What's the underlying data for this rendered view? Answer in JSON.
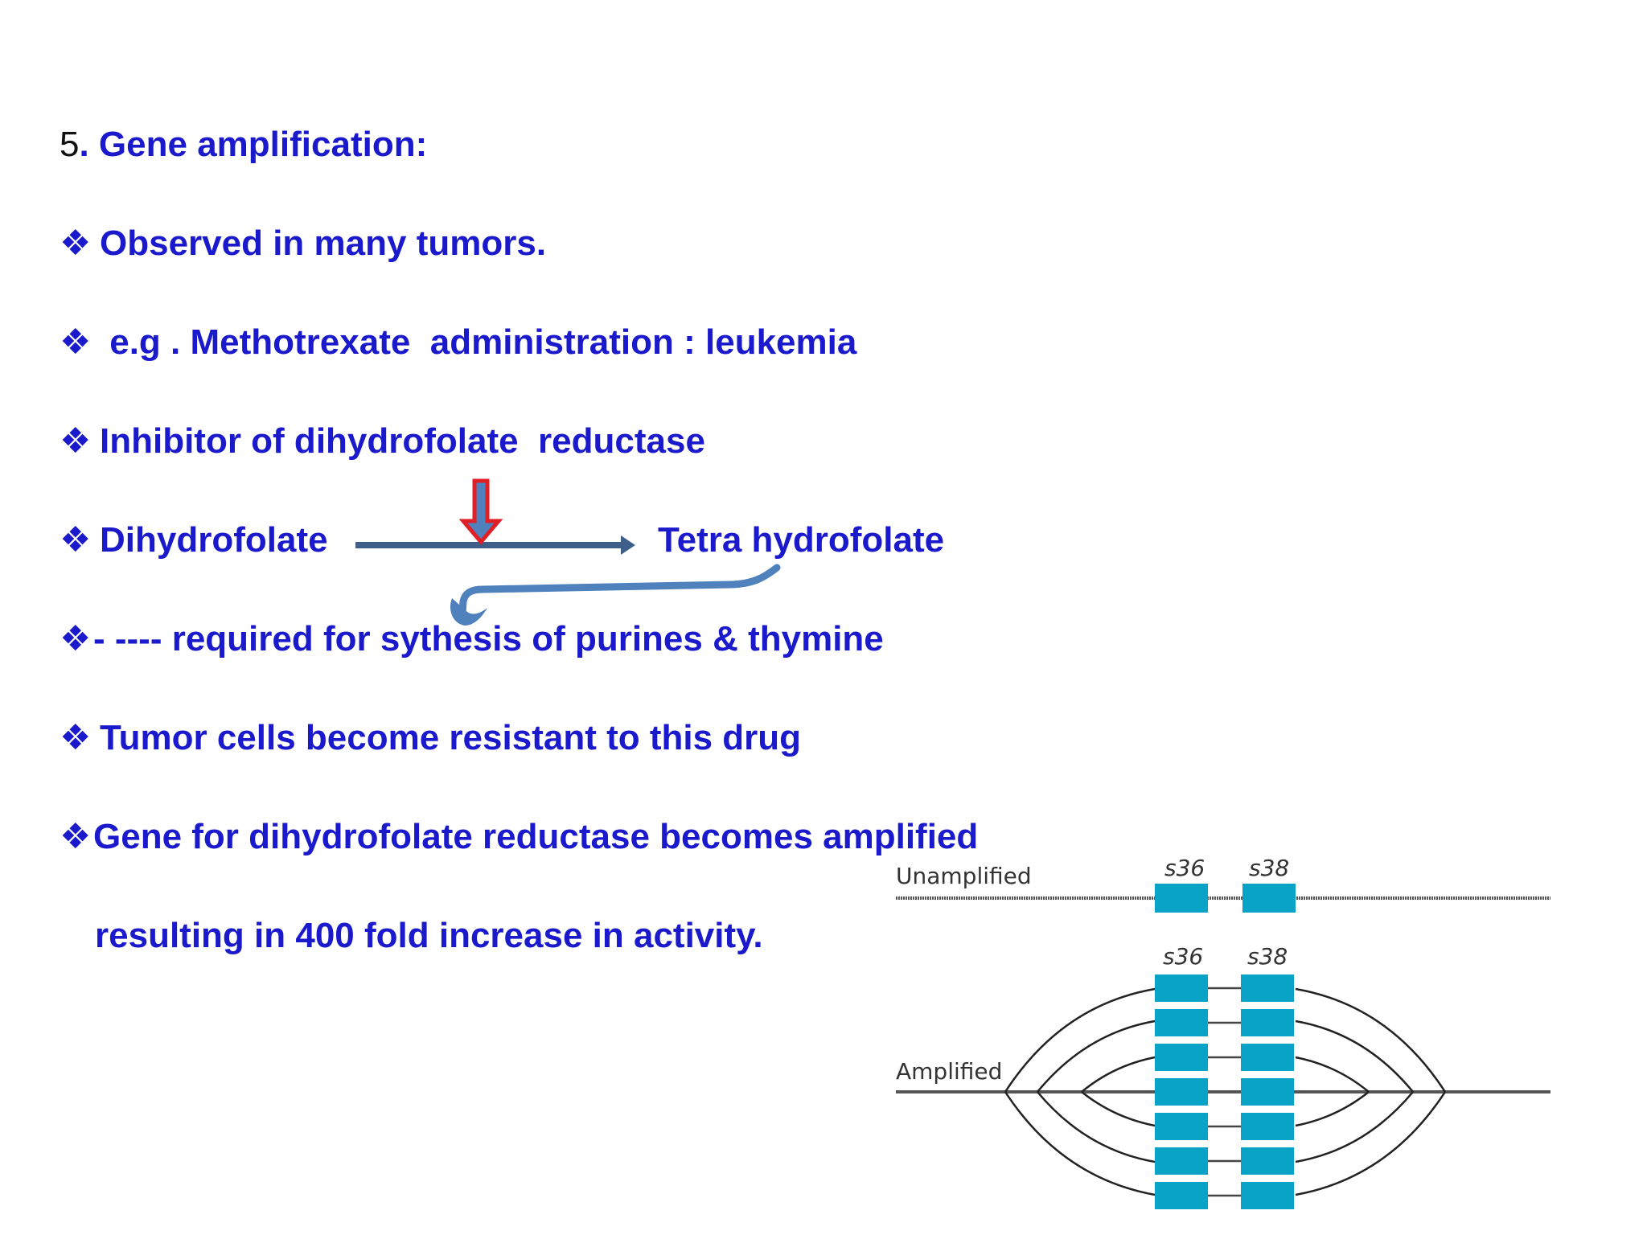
{
  "title": {
    "number": "5",
    "text": ". Gene amplification:"
  },
  "bullet_symbol": "❖",
  "bullets": [
    {
      "text": "Observed in many tumors."
    },
    {
      "text": " e.g . Methotrexate  administration : leukemia"
    },
    {
      "text": "Inhibitor of dihydrofolate  reductase"
    },
    {
      "text": "Dihydrofolate",
      "product": "Tetra hydrofolate"
    },
    {
      "text": "- ---- required for sythesis of purines & thymine"
    },
    {
      "text": "Tumor cells become resistant to this drug"
    },
    {
      "text": "Gene for dihydrofolate reductase becomes amplified"
    }
  ],
  "continuation": "resulting in 400 fold increase in activity.",
  "figure": {
    "unamplified_label": "Unamplified",
    "amplified_label": "Amplified",
    "gene_a": "s36",
    "gene_b": "s38",
    "amplified_copies": 7
  },
  "colors": {
    "text_blue": "#1a1acc",
    "arrow_dark": "#3e5f8a",
    "inhibit_arrow": "#e01f26",
    "curve_arrow": "#4f81bd",
    "gene_box": "#0aa3c8"
  }
}
